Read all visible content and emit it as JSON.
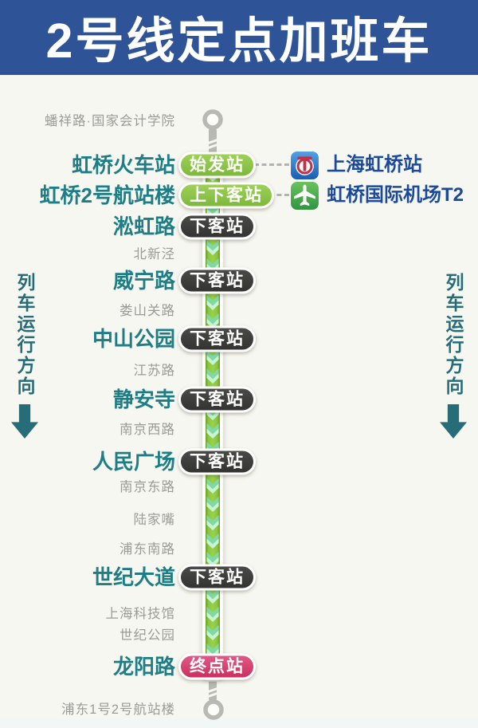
{
  "header": {
    "title": "2号线定点加班车"
  },
  "direction_label": "列车运行方向",
  "stations": [
    {
      "name": "蟠祥路·国家会计学院",
      "type": "minor"
    },
    {
      "name": "虹桥火车站",
      "type": "major",
      "badge": "始发站",
      "badge_type": "origin"
    },
    {
      "name": "虹桥2号航站楼",
      "type": "major",
      "badge": "上下客站",
      "badge_type": "boarding"
    },
    {
      "name": "淞虹路",
      "type": "major",
      "badge": "下客站",
      "badge_type": "alight"
    },
    {
      "name": "北新泾",
      "type": "minor"
    },
    {
      "name": "威宁路",
      "type": "major",
      "badge": "下客站",
      "badge_type": "alight"
    },
    {
      "name": "娄山关路",
      "type": "minor"
    },
    {
      "name": "中山公园",
      "type": "major",
      "badge": "下客站",
      "badge_type": "alight"
    },
    {
      "name": "江苏路",
      "type": "minor"
    },
    {
      "name": "静安寺",
      "type": "major",
      "badge": "下客站",
      "badge_type": "alight"
    },
    {
      "name": "南京西路",
      "type": "minor"
    },
    {
      "name": "人民广场",
      "type": "major",
      "badge": "下客站",
      "badge_type": "alight"
    },
    {
      "name": "南京东路",
      "type": "minor"
    },
    {
      "name": "陆家嘴",
      "type": "minor"
    },
    {
      "name": "浦东南路",
      "type": "minor"
    },
    {
      "name": "世纪大道",
      "type": "major",
      "badge": "下客站",
      "badge_type": "alight"
    },
    {
      "name": "上海科技馆",
      "type": "minor"
    },
    {
      "name": "世纪公园",
      "type": "minor"
    },
    {
      "name": "龙阳路",
      "type": "major",
      "badge": "终点站",
      "badge_type": "terminus"
    },
    {
      "name": "浦东1号2号航站楼",
      "type": "minor"
    }
  ],
  "connections": [
    {
      "icon": "china-railway-icon",
      "label": "上海虹桥站"
    },
    {
      "icon": "airplane-icon",
      "label": "虹桥国际机场T2"
    }
  ],
  "colors": {
    "header_bg": "#2e5497",
    "line_green": "#8dc63e",
    "major_station_text": "#1e7e85",
    "minor_station_text": "#9b9b97",
    "badge_green": "#84c23f",
    "badge_dark": "#3b3b39",
    "badge_terminus": "#cf3567",
    "direction_teal": "#276d78",
    "connection_text": "#1b4a9b"
  }
}
